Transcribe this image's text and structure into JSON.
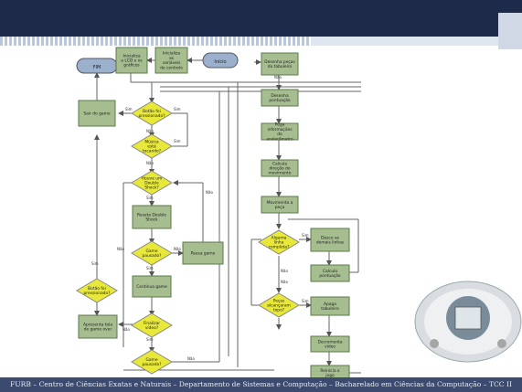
{
  "slide": {
    "colors": {
      "header": "#1e2a4a",
      "process_fill": "#a5bd8f",
      "decision_fill": "#e8e83a",
      "terminal_fill": "#9ab0cc"
    },
    "footer_text": "FURB – Centro de Ciências Exatas e Naturais – Departamento de Sistemas e Computação – Bacharelado em Ciências da Computação – TCC II"
  },
  "flowchart": {
    "start": "Início",
    "end": "FIM",
    "init_steps": [
      "Inicializa a LCD e os gráficos",
      "Inicializa as variáveis de controle"
    ],
    "left": {
      "game_exit": "Sair do game",
      "q_exit_pressed": "Botão foi pressionado?",
      "q_ring_touched": "Música está tocando?",
      "q_double_shock": "Houve um Double Shock?",
      "double_shock": "Reseta Double Shock",
      "q_game_paused": "Game pausado?",
      "pause_game": "Pausa game",
      "continue_game": "Continua game",
      "q_button_pressed": "Botão foi pressionado?",
      "show_game_over": "Apresenta tela de game over",
      "q_finish_video": "Finalizar vídeo?",
      "q_game_paused_2": "Game pausado?"
    },
    "right": {
      "draw_board": "Desenha peças do tabuleiro",
      "draw_score": "Desenha pontuação",
      "get_info": "Pega informações do acelerômetro",
      "calc_direction": "Calcula direção do movimento",
      "move_piece": "Movimenta a peça",
      "q_line_complete": "Alguma linha completa?",
      "erase_lines": "Desce as demais linhas",
      "calc_score": "Calcula pontuação",
      "q_pieces_left": "Peças alcançaram topo?",
      "erase_board": "Apaga tabuleiro",
      "reset_video": "Decrementa vídeo",
      "restart_game": "Reinicia o jogo"
    },
    "edge_labels": {
      "yes": "Sim",
      "no": "Não"
    }
  }
}
